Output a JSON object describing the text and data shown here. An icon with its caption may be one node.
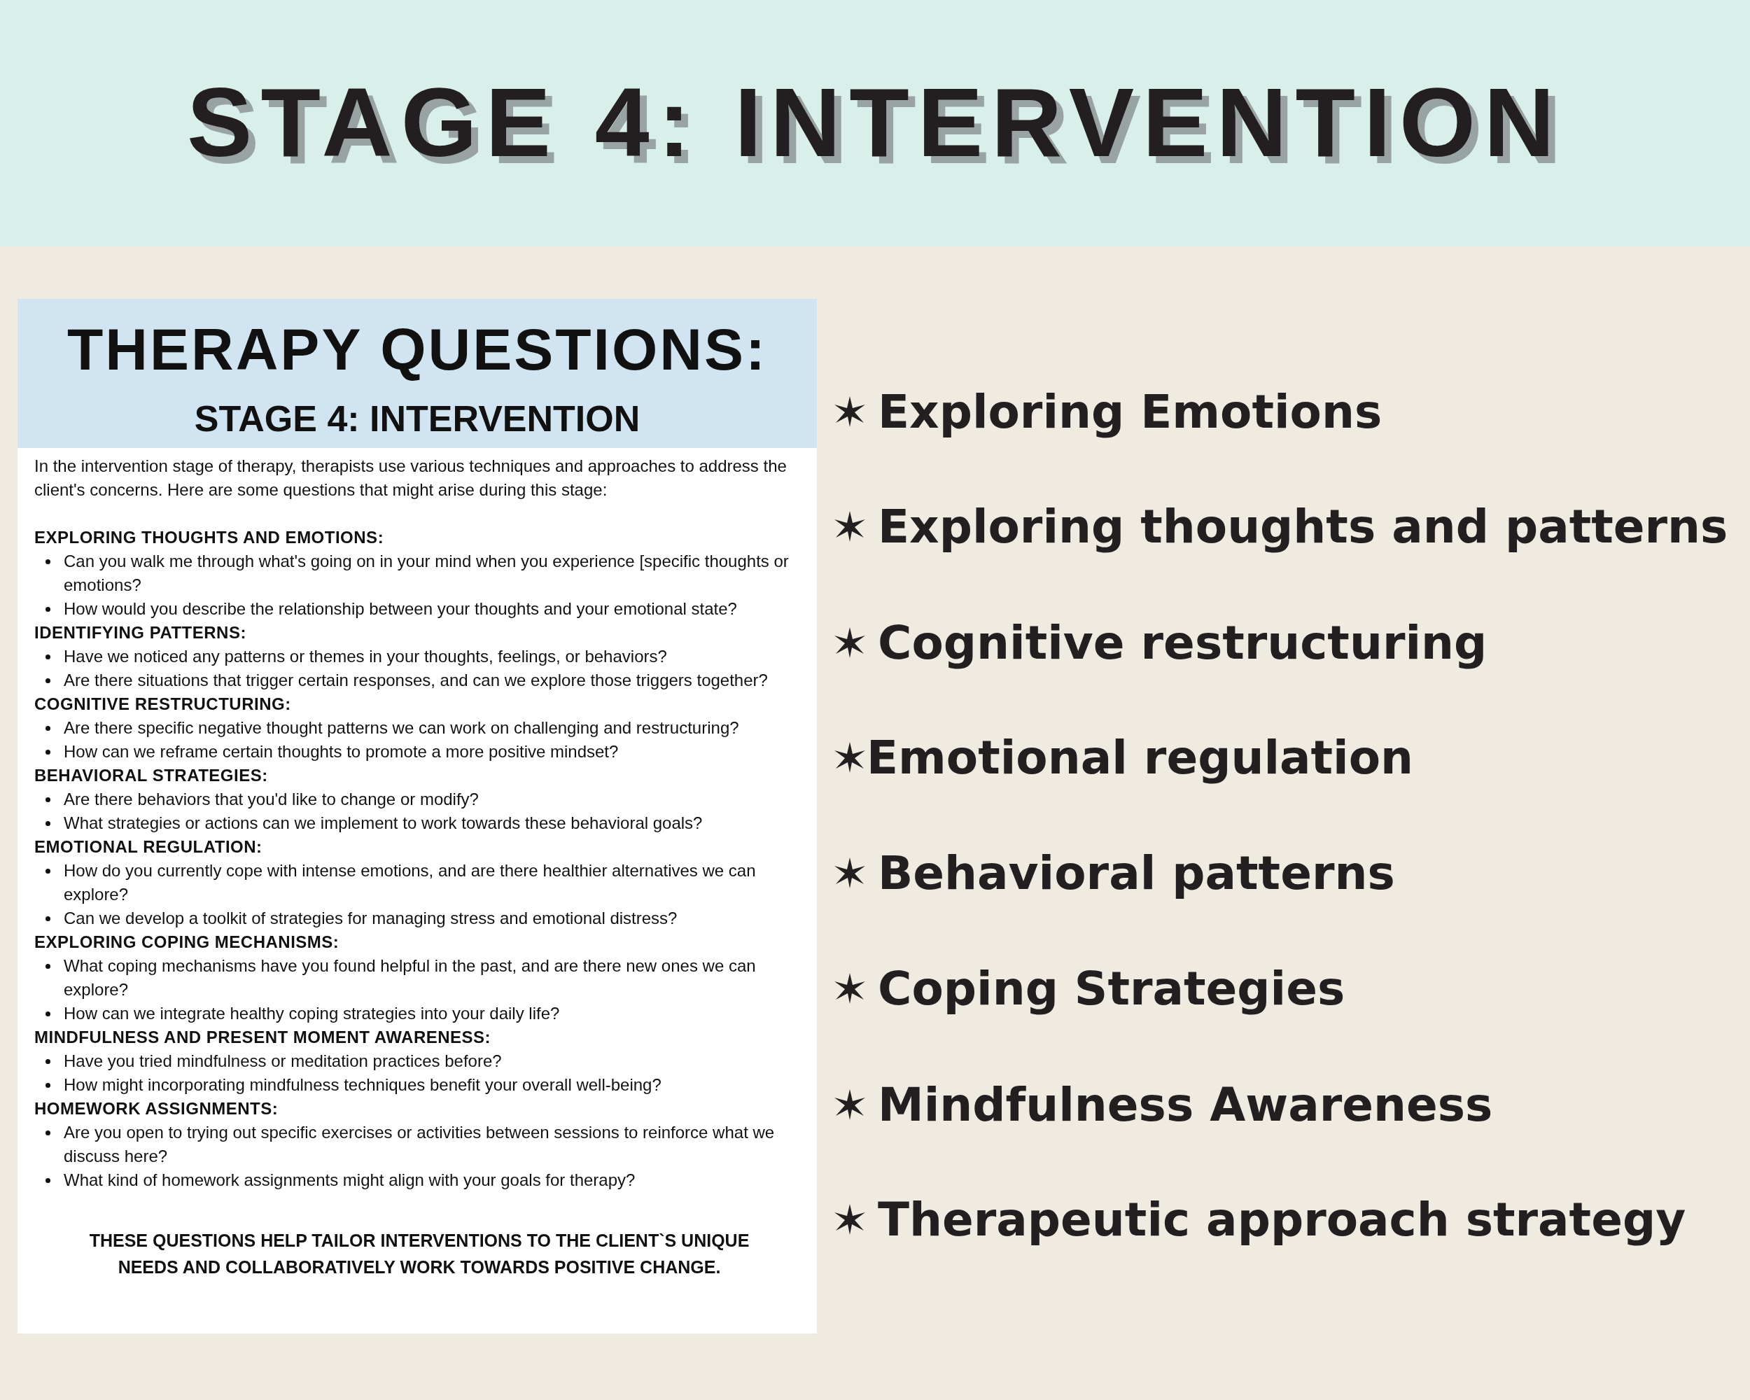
{
  "diagram": {
    "title": "STAGE 4: INTERVENTION",
    "labels": [
      "THERAPY QUESTIONS:",
      "STAGE 4: INTERVENTION",
      "In the intervention stage of therapy, therapists use various techniques and approaches to address the client's concerns. Here are some questions that might arise during this stage:",
      "EXPLORING THOUGHTS AND EMOTIONS:",
      "Can you walk me through what's going on in your mind when you experience [specific thoughts or emotions?",
      "How would you describe the relationship between your thoughts and your emotional state?",
      "IDENTIFYING PATTERNS:",
      "Have we noticed any patterns or themes in your thoughts, feelings, or behaviors?",
      "Are there situations that trigger certain responses, and can we explore those triggers together?",
      "COGNITIVE RESTRUCTURING:",
      "Are there specific negative thought patterns we can work on challenging and restructuring?",
      "How can we reframe certain thoughts to promote a more positive mindset?",
      "BEHAVIORAL STRATEGIES:",
      "Are there behaviors that you'd like to change or modify?",
      "What strategies or actions can we implement to work towards these behavioral goals?",
      "EMOTIONAL REGULATION:",
      "How do you currently cope with intense emotions, and are there healthier alternatives we can explore?",
      "Can we develop a toolkit of strategies for managing stress and emotional distress?",
      "EXPLORING COPING MECHANISMS:",
      "What coping mechanisms have you found helpful in the past, and are there new ones we can explore?",
      "How can we integrate healthy coping strategies into your daily life?",
      "MINDFULNESS AND PRESENT MOMENT AWARENESS:",
      "Have you tried mindfulness or meditation practices before?",
      "How might incorporating mindfulness techniques benefit your overall well-being?",
      "HOMEWORK ASSIGNMENTS:",
      "Are you open to trying out specific exercises or activities between sessions to reinforce what we discuss here?",
      "What kind of homework assignments might align with your goals for therapy?",
      "THESE QUESTIONS HELP TAILOR INTERVENTIONS TO THE CLIENT`S UNIQUE NEEDS AND COLLABORATIVELY WORK TOWARDS POSITIVE CHANGE.",
      "Exploring Emotions",
      "Exploring thoughts and patterns",
      "Cognitive restructuring",
      "Emotional regulation",
      "Behavioral patterns",
      "Coping Strategies",
      "Mindfulness Awareness",
      "Therapeutic approach strategy"
    ]
  }
}
